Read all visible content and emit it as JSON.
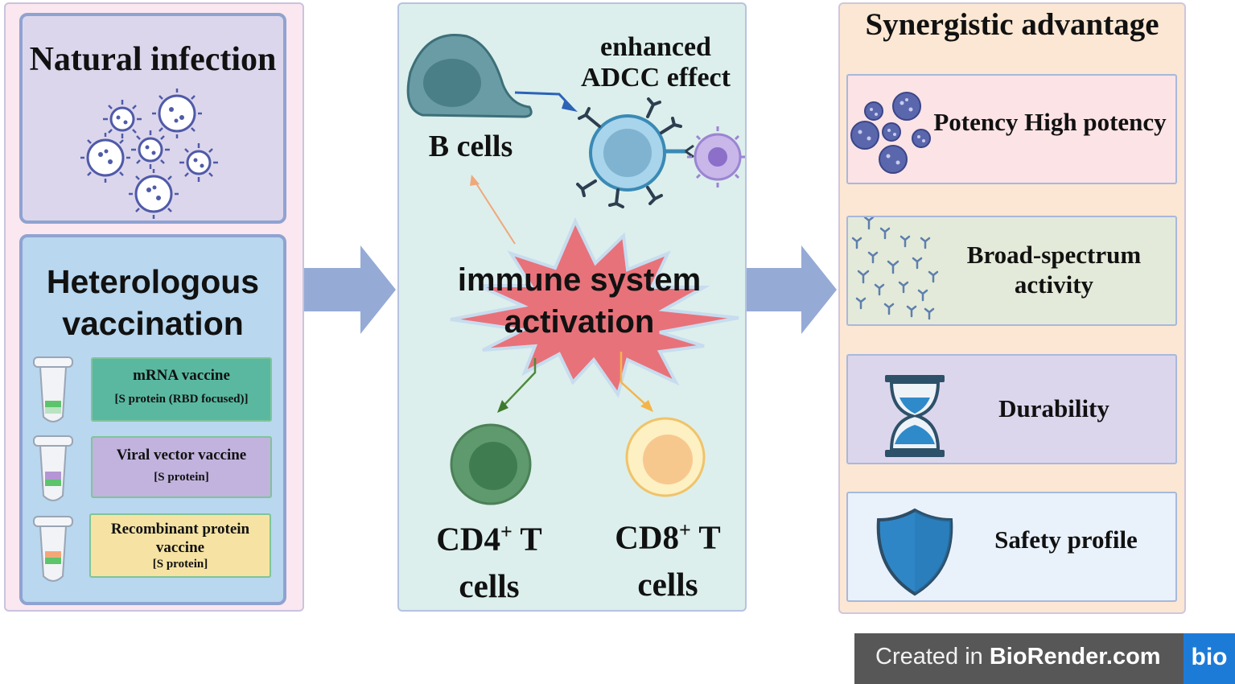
{
  "left": {
    "natural_title": "Natural infection",
    "hetero_title_line1": "Heterologous",
    "hetero_title_line2": "vaccination",
    "vaccines": [
      {
        "name": "mRNA vaccine",
        "sub": "[S protein (RBD focused)]",
        "color": "#5ab8a1"
      },
      {
        "name": "Viral vector vaccine",
        "sub": "[S protein]",
        "color": "#c1b3dd"
      },
      {
        "name_line1": "Recombinant protein",
        "name_line2": "vaccine",
        "sub": "[S protein]",
        "color": "#f6e3a3"
      }
    ]
  },
  "middle": {
    "adcc_line1": "enhanced",
    "adcc_line2": "ADCC effect",
    "bcells": "B cells",
    "activation_line1": "immune system",
    "activation_line2": "activation",
    "cd4_line1": "CD4",
    "cd4_sup": "+",
    "cd4_line1_suffix": " T",
    "cd4_line2": "cells",
    "cd8_line1": "CD8",
    "cd8_sup": "+",
    "cd8_line1_suffix": " T",
    "cd8_line2": "cells"
  },
  "right": {
    "title": "Synergistic advantage",
    "items": [
      {
        "label": "Potency High potency",
        "bg": "#fbe3e6"
      },
      {
        "label_line1": "Broad-spectrum",
        "label_line2": "activity",
        "bg": "#e4ead9"
      },
      {
        "label": "Durability",
        "bg": "#dcd6ec"
      },
      {
        "label": "Safety profile",
        "bg": "#e9f1fb"
      }
    ]
  },
  "badge": {
    "prefix": "Created in ",
    "brand": "BioRender.com",
    "logo": "bio"
  },
  "colors": {
    "arrow": "#96aad6",
    "star": "#e8727a",
    "cd4": "#5f9a6e",
    "cd8": "#f7d49e",
    "shield": "#2f86c6",
    "virus": "#4f5aa8"
  }
}
